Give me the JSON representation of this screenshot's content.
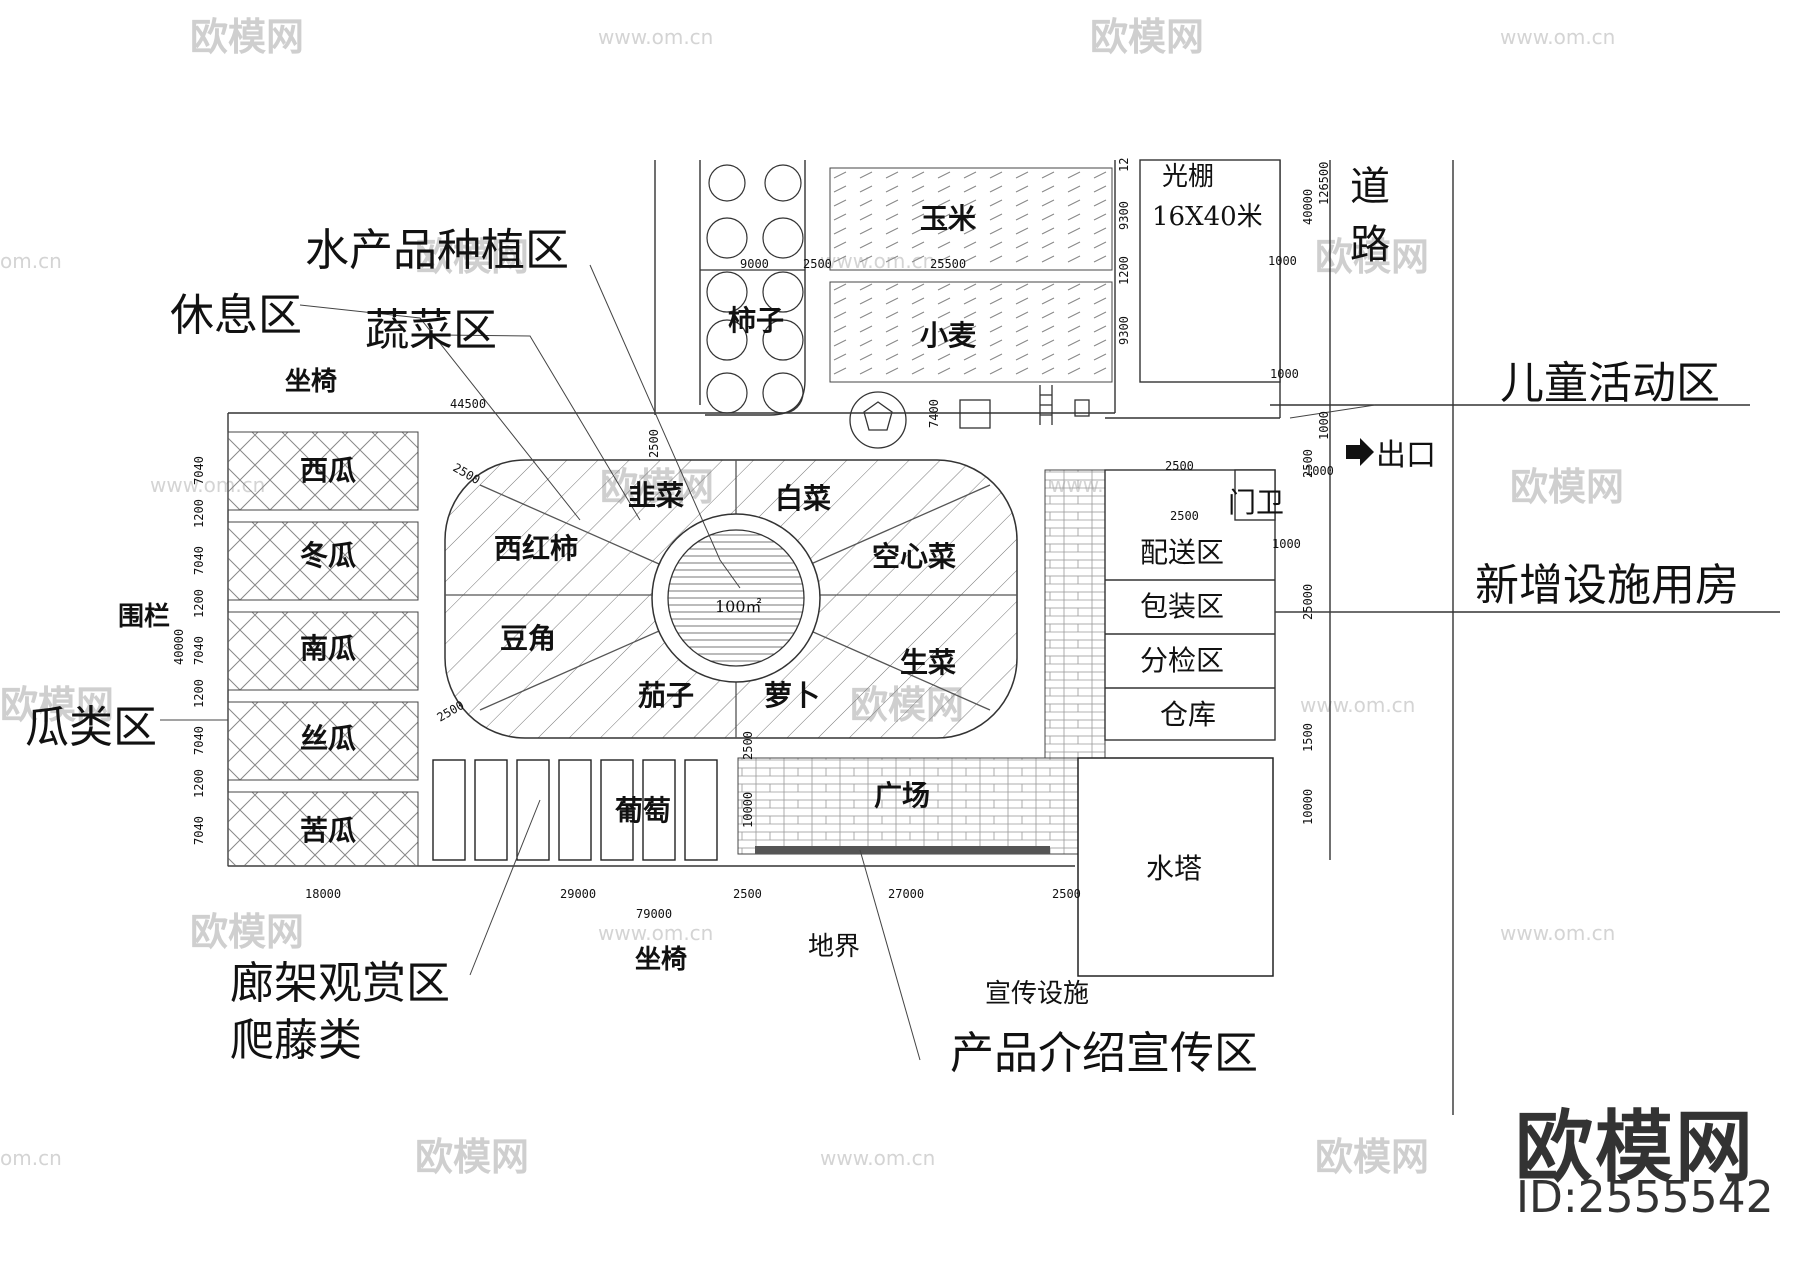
{
  "callouts": {
    "aquatic": "水产品种植区",
    "rest": "休息区",
    "vegetable": "蔬菜区",
    "children": "儿童活动区",
    "new_facility": "新增设施用房",
    "melon": "瓜类区",
    "gallery": "廊架观赏区",
    "climbing": "爬藤类",
    "product_intro": "产品介绍宣传区"
  },
  "labels": {
    "bench_top": "坐椅",
    "bench_bottom": "坐椅",
    "fence": "围栏",
    "boundary": "地界",
    "propaganda": "宣传设施",
    "road": "道路",
    "exit": "出口",
    "greenhouse": "光棚",
    "greenhouse_size": "16X40米",
    "plaza": "广场",
    "water_tower": "水塔",
    "guard": "门卫",
    "grape": "葡萄",
    "persimmon": "柿子",
    "corn": "玉米",
    "wheat": "小麦",
    "center_area": "100㎡"
  },
  "melon_plots": [
    "西瓜",
    "冬瓜",
    "南瓜",
    "丝瓜",
    "苦瓜"
  ],
  "vegetable_plots": [
    "韭菜",
    "白菜",
    "西红柿",
    "空心菜",
    "豆角",
    "生菜",
    "茄子",
    "萝卜"
  ],
  "facility_rooms": [
    "配送区",
    "包装区",
    "分检区",
    "仓库"
  ],
  "dimensions": {
    "top_width": "44500",
    "bottom_total": "79000",
    "bottom_segments": [
      "18000",
      "29000",
      "2500",
      "27000",
      "2500"
    ],
    "left_total": "40000",
    "left_segments": [
      "7040",
      "1200",
      "7040",
      "1200",
      "7040",
      "1200",
      "7040",
      "1200",
      "7040"
    ],
    "orchard": [
      "9000",
      "2500",
      "25500"
    ],
    "crop_rows": [
      "12",
      "9300",
      "1200",
      "9300"
    ],
    "right_side": [
      "126500",
      "40000",
      "1000",
      "1000",
      "1000",
      "2500",
      "1000",
      "1000",
      "25000",
      "1500",
      "10000"
    ],
    "misc": [
      "2500",
      "2500",
      "2500",
      "2500",
      "7400",
      "2500",
      "10000",
      "2500"
    ]
  },
  "watermark": {
    "brand": "欧模网",
    "url": "www.om.cn",
    "url_short": "om.cn",
    "id": "ID:2555542"
  }
}
